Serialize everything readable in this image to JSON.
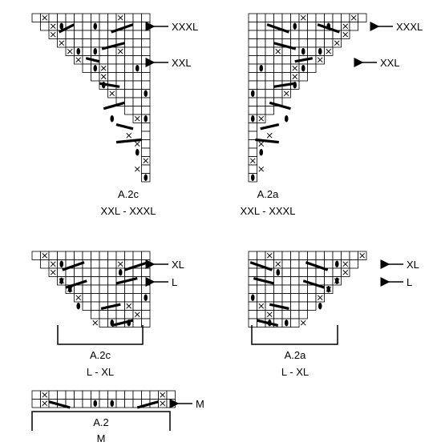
{
  "diagrams": [
    {
      "id": "a2c-big",
      "caption": [
        "A.2c",
        "XXL - XXXL"
      ],
      "arrows": [
        "XXXL",
        "XXL"
      ]
    },
    {
      "id": "a2a-big",
      "caption": [
        "A.2a",
        "XXL - XXXL"
      ],
      "arrows": [
        "XXXL",
        "XXL"
      ]
    },
    {
      "id": "a2c-small",
      "caption": [
        "A.2c",
        "L - XL"
      ],
      "arrows": [
        "XL",
        "L"
      ]
    },
    {
      "id": "a2a-small",
      "caption": [
        "A.2a",
        "L - XL"
      ],
      "arrows": [
        "XL",
        "L"
      ]
    },
    {
      "id": "a2-m",
      "caption": [
        "A.2",
        "M"
      ],
      "arrows": [
        "M"
      ]
    }
  ]
}
